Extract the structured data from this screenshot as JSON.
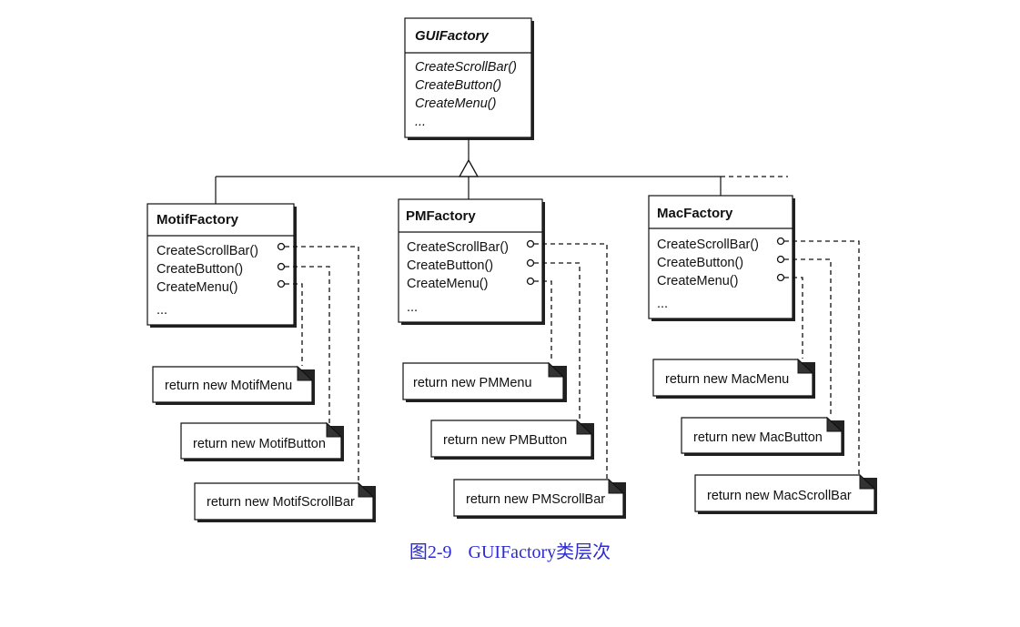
{
  "abstract_class": {
    "name": "GUIFactory",
    "operations": [
      "CreateScrollBar()",
      "CreateButton()",
      "CreateMenu()",
      "..."
    ]
  },
  "concrete_classes": [
    {
      "name": "MotifFactory",
      "operations": [
        "CreateScrollBar()",
        "CreateButton()",
        "CreateMenu()",
        "..."
      ],
      "notes": [
        "return new MotifMenu",
        "return new MotifButton",
        "return new MotifScrollBar"
      ]
    },
    {
      "name": "PMFactory",
      "operations": [
        "CreateScrollBar()",
        "CreateButton()",
        "CreateMenu()",
        "..."
      ],
      "notes": [
        "return new PMMenu",
        "return new PMButton",
        "return new PMScrollBar"
      ]
    },
    {
      "name": "MacFactory",
      "operations": [
        "CreateScrollBar()",
        "CreateButton()",
        "CreateMenu()",
        "..."
      ],
      "notes": [
        "return new MacMenu",
        "return new MacButton",
        "return new MacScrollBar"
      ]
    }
  ],
  "caption": {
    "number": "图2-9",
    "text": "GUIFactory类层次"
  }
}
